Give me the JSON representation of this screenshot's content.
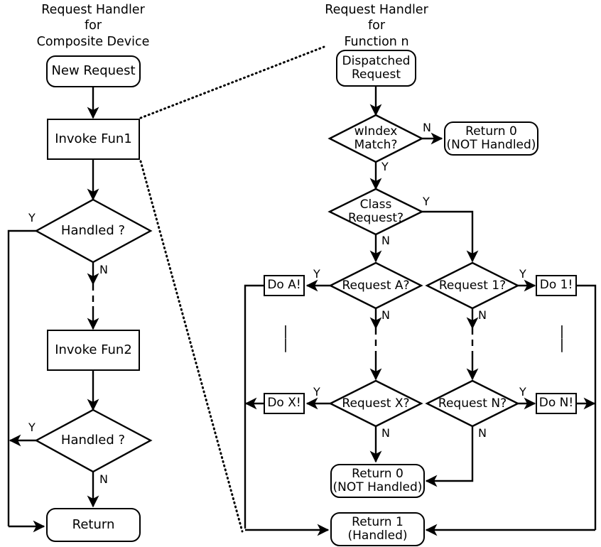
{
  "diagram": {
    "title_left": "Request Handler\nfor\nComposite Device",
    "title_right": "Request Handler\nfor\nFunction n",
    "stroke_color": "#000000",
    "background_color": "#ffffff"
  },
  "left_flow": {
    "new_request": "New Request",
    "invoke_fun1": "Invoke Fun1",
    "handled_1": "Handled ?",
    "handled_1_yes": "Y",
    "handled_1_no": "N",
    "invoke_fun2": "Invoke Fun2",
    "handled_2": "Handled ?",
    "handled_2_yes": "Y",
    "handled_2_no": "N",
    "return": "Return"
  },
  "right_flow": {
    "dispatched_request": "Dispatched\nRequest",
    "windex_match": "wIndex\nMatch?",
    "windex_no": "N",
    "windex_yes": "Y",
    "return_0_top": "Return 0\n(NOT Handled)",
    "class_request": "Class\nRequest?",
    "class_yes": "Y",
    "class_no": "N",
    "request_a": "Request A?",
    "request_a_yes": "Y",
    "request_a_no": "N",
    "do_a": "Do A!",
    "request_1": "Request 1?",
    "request_1_yes": "Y",
    "request_1_no": "N",
    "do_1": "Do 1!",
    "request_x": "Request X?",
    "request_x_yes": "Y",
    "request_x_no": "N",
    "do_x": "Do X!",
    "request_n": "Request N?",
    "request_n_yes": "Y",
    "request_n_no": "N",
    "do_n": "Do N!",
    "return_0_bottom": "Return 0\n(NOT Handled)",
    "return_1": "Return 1\n(Handled)",
    "vertical_ellipsis": "|\n\n|"
  }
}
